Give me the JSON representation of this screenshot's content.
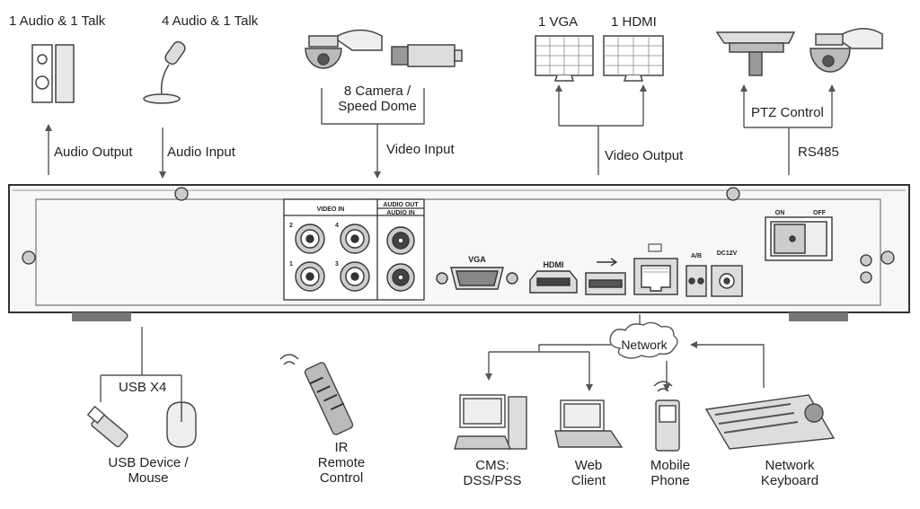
{
  "top": {
    "audio_talk_1": "1 Audio  & 1 Talk",
    "audio_talk_4": "4 Audio & 1 Talk",
    "camera_l1": "8 Camera /",
    "camera_l2": "Speed Dome",
    "vga": "1 VGA",
    "hdmi": "1 HDMI",
    "audio_output": "Audio  Output",
    "audio_input": "Audio  Input",
    "video_input": "Video Input",
    "video_output": "Video Output",
    "ptz_control": "PTZ Control",
    "rs485": "RS485"
  },
  "panel": {
    "video_in": "VIDEO IN",
    "audio_out": "AUDIO OUT",
    "audio_in": "AUDIO IN",
    "ch1": "1",
    "ch2": "2",
    "ch3": "3",
    "ch4": "4",
    "vga": "VGA",
    "hdmi": "HDMI",
    "ab": "A/B",
    "dc12v": "DC12V",
    "on": "ON",
    "off": "OFF"
  },
  "bottom": {
    "usb_x4": "USB X4",
    "usb_device_l1": "USB Device /",
    "usb_device_l2": "Mouse",
    "ir_l1": "IR",
    "ir_l2": "Remote",
    "ir_l3": "Control",
    "network": "Network",
    "cms_l1": "CMS:",
    "cms_l2": "DSS/PSS",
    "web_l1": "Web",
    "web_l2": "Client",
    "mobile_l1": "Mobile",
    "mobile_l2": "Phone",
    "keyboard_l1": "Network",
    "keyboard_l2": "Keyboard"
  }
}
